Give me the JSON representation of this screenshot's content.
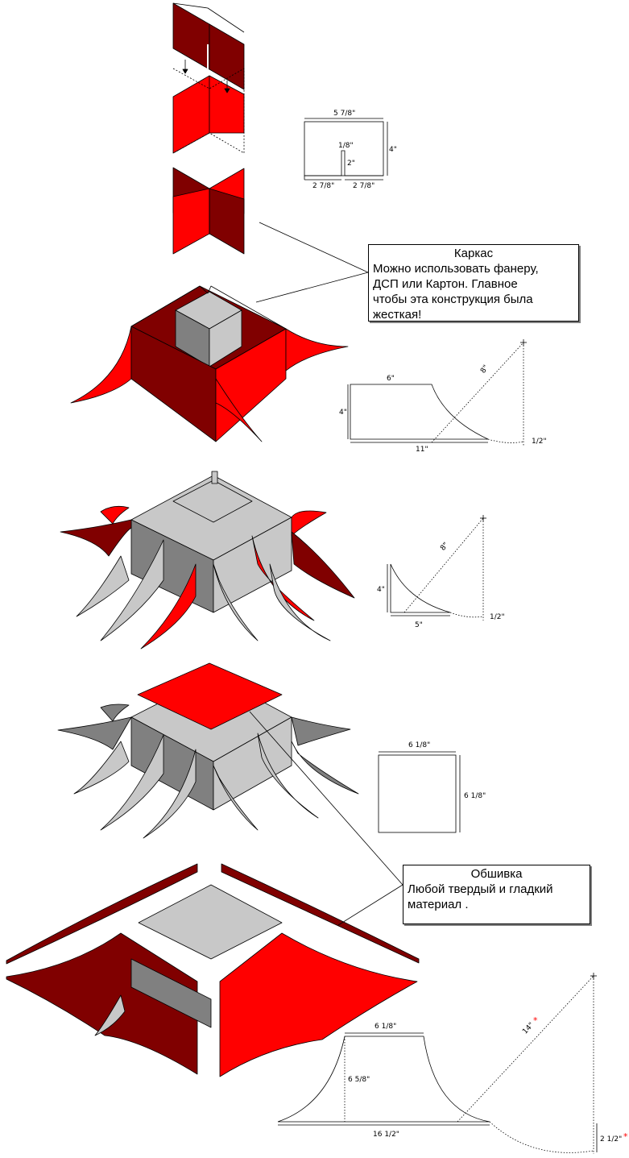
{
  "colors": {
    "red": "#ff0000",
    "dark_red": "#800000",
    "light_gray": "#c8c8c8",
    "dark_gray": "#808080",
    "line": "#000000"
  },
  "callouts": {
    "frame": {
      "title": "Каркас",
      "body": "Можно использовать фанеру,\nДСП или Картон. Главное\nчтобы эта конструкция была\nжесткая!"
    },
    "skin": {
      "title": "Обшивка",
      "body": "Любой твердый и гладкий\nматериал ."
    }
  },
  "dimensions": {
    "plate": {
      "width": "5 7/8\"",
      "height": "4\"",
      "slot_width": "1/8\"",
      "slot_depth": "2\"",
      "left_half": "2 7/8\"",
      "right_half": "2 7/8\""
    },
    "side_panel": {
      "top": "6\"",
      "height": "4\"",
      "bottom": "11\"",
      "radius": "8\"",
      "drop": "1/2\""
    },
    "corner_fin": {
      "height": "4\"",
      "bottom": "5\"",
      "radius": "8\"",
      "drop": "1/2\""
    },
    "top_square": {
      "width": "6 1/8\"",
      "height": "6 1/8\""
    },
    "skin_panel": {
      "top": "6 1/8\"",
      "height": "6 5/8\"",
      "bottom": "16 1/2\"",
      "radius": "14\"",
      "drop": "2 1/2\"",
      "marker": "*"
    }
  }
}
